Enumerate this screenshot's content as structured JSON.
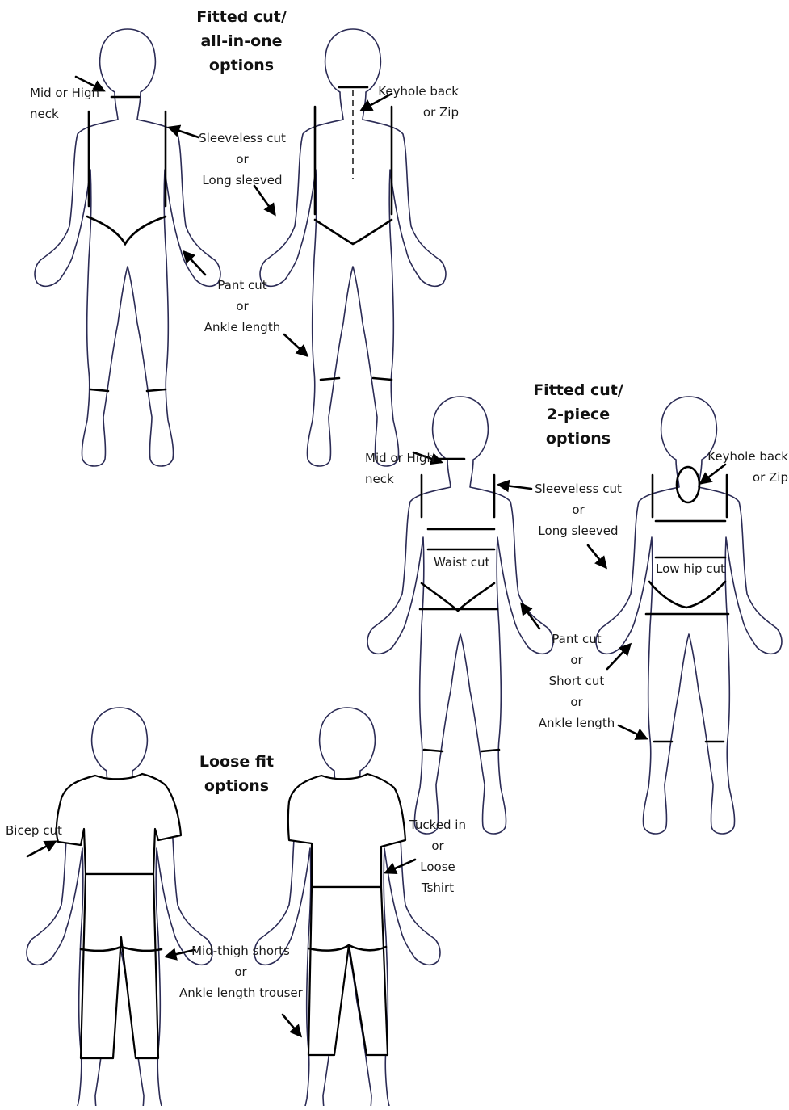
{
  "sections": {
    "allinone": {
      "title": "Fitted cut/\nall-in-one\noptions",
      "labels": {
        "neck": "Mid or High\nneck",
        "sleeve": "Sleeveless cut\nor\nLong sleeved",
        "back": "Keyhole back\nor Zip",
        "leg": "Pant cut\nor\nAnkle length"
      }
    },
    "twopiece": {
      "title": "Fitted cut/\n2-piece\noptions",
      "labels": {
        "neck": "Mid or High\nneck",
        "sleeve": "Sleeveless cut\nor\nLong sleeved",
        "back": "Keyhole back\nor Zip",
        "waist": "Waist cut",
        "hip": "Low hip cut",
        "leg": "Pant cut\nor\nShort cut\nor\nAnkle length"
      }
    },
    "loose": {
      "title": "Loose fit\noptions",
      "labels": {
        "bicep": "Bicep cut",
        "tuck": "Tucked in\nor\nLoose\nTshirt",
        "shorts": "Mid-thigh shorts\nor\nAnkle length trouser"
      }
    }
  }
}
